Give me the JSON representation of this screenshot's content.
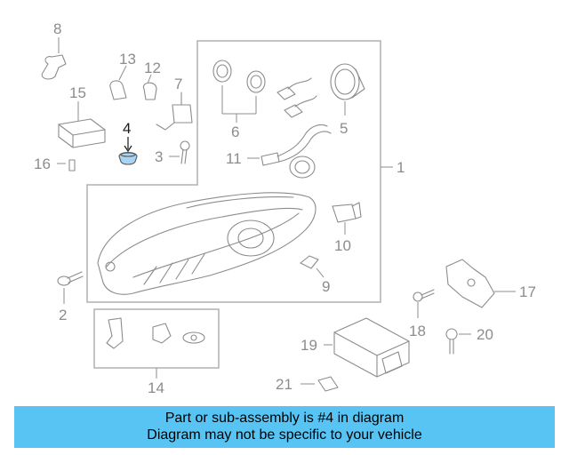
{
  "callouts": {
    "c1": "1",
    "c2": "2",
    "c3": "3",
    "c4": "4",
    "c5": "5",
    "c6": "6",
    "c7": "7",
    "c8": "8",
    "c9": "9",
    "c10": "10",
    "c11": "11",
    "c12": "12",
    "c13": "13",
    "c14": "14",
    "c15": "15",
    "c16": "16",
    "c17": "17",
    "c18": "18",
    "c19": "19",
    "c20": "20",
    "c21": "21"
  },
  "highlight_color": "#a9d3f0",
  "banner": {
    "line1": "Part or sub-assembly is #4 in diagram",
    "line2": "Diagram may not be specific to your vehicle",
    "background": "#58c4f4"
  }
}
